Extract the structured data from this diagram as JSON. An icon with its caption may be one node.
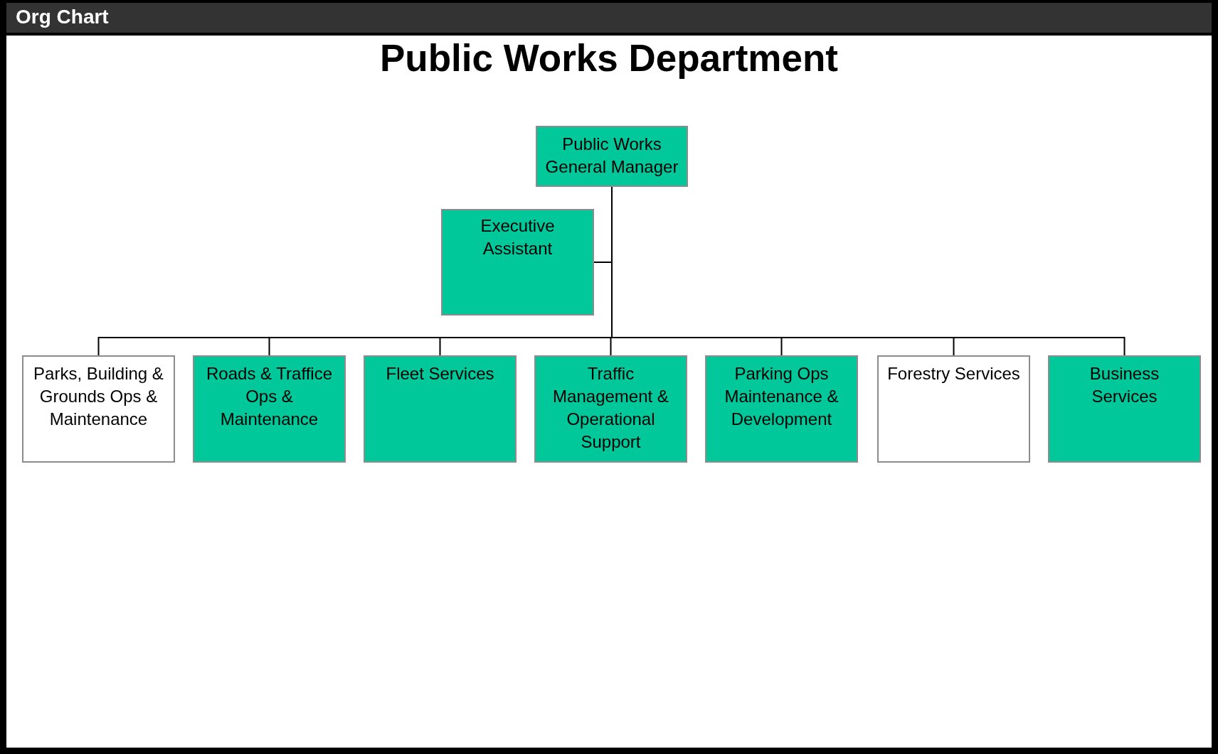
{
  "diagram": {
    "title": "Public Works Department",
    "nodes": [
      {
        "text": [
          "Public Works General Manager"
        ]
      },
      {
        "text": [
          "Executive Assistant"
        ]
      },
      {
        "text": [
          "Parks, Building & Grounds Ops & Maintenance"
        ]
      },
      {
        "text": [
          "Roads & Traffice Ops & Maintenance"
        ]
      },
      {
        "text": [
          "Fleet Services"
        ]
      },
      {
        "text": [
          "Traffic Management & Operational Support"
        ]
      },
      {
        "text": [
          "Parking Ops Maintenance & Development"
        ]
      },
      {
        "text": [
          "Forestry Services"
        ]
      },
      {
        "text": [
          "Business Services"
        ]
      }
    ],
    "edges": [
      {
        "from": 0,
        "to": 1,
        "arrow": "none"
      },
      {
        "from": 0,
        "to": 2,
        "arrow": "none"
      },
      {
        "from": 0,
        "to": 3,
        "arrow": "none"
      },
      {
        "from": 0,
        "to": 4,
        "arrow": "none"
      },
      {
        "from": 0,
        "to": 5,
        "arrow": "none"
      },
      {
        "from": 0,
        "to": 6,
        "arrow": "none"
      },
      {
        "from": 0,
        "to": 7,
        "arrow": "none"
      },
      {
        "from": 0,
        "to": 8,
        "arrow": "none"
      }
    ],
    "labels": [
      "Org Chart"
    ]
  }
}
